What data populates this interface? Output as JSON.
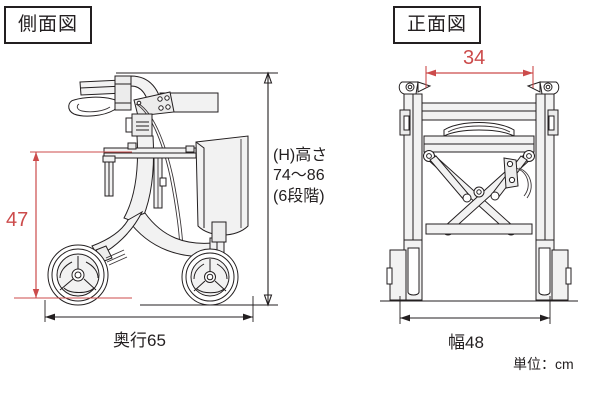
{
  "figure": {
    "type": "technical-dimension-drawing",
    "subject": "rollator-walker",
    "unit_note": "単位：cm"
  },
  "panels": {
    "side": {
      "title": "側面図",
      "dimensions": {
        "height": {
          "label": "(H)高さ\n74〜86\n(6段階)",
          "value_min": 74,
          "value_max": 86,
          "steps": 6,
          "color": "#231f20",
          "orientation": "vertical"
        },
        "seat_height": {
          "label": "47",
          "value": 47,
          "color": "#cc4b4b",
          "orientation": "vertical"
        },
        "depth": {
          "label": "奥行65",
          "value": 65,
          "color": "#231f20",
          "orientation": "horizontal"
        }
      }
    },
    "front": {
      "title": "正面図",
      "dimensions": {
        "inner_width": {
          "label": "34",
          "value": 34,
          "color": "#cc4b4b",
          "orientation": "horizontal"
        },
        "width": {
          "label": "幅48",
          "value": 48,
          "color": "#231f20",
          "orientation": "horizontal"
        }
      }
    }
  },
  "footer": {
    "unit_label": "単位：cm"
  },
  "colors": {
    "line": "#231f20",
    "accent_red": "#cc4b4b",
    "part_fill": "#f2f2f2",
    "background": "#ffffff"
  }
}
